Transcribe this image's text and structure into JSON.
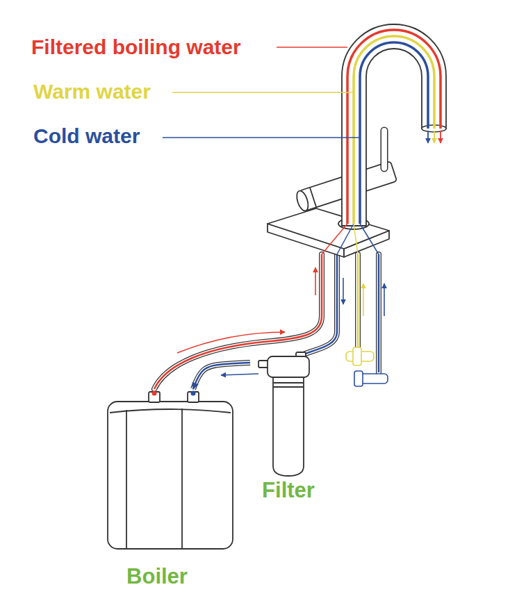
{
  "diagram": {
    "nodes": [
      {
        "text": [
          "Filter"
        ]
      },
      {
        "text": [
          "Boiler"
        ]
      }
    ],
    "edges": [
      {
        "from": 0,
        "to": 1,
        "arrow": "to"
      }
    ],
    "labels": [
      "Filtered boiling water",
      "Warm water",
      "Cold water"
    ]
  }
}
